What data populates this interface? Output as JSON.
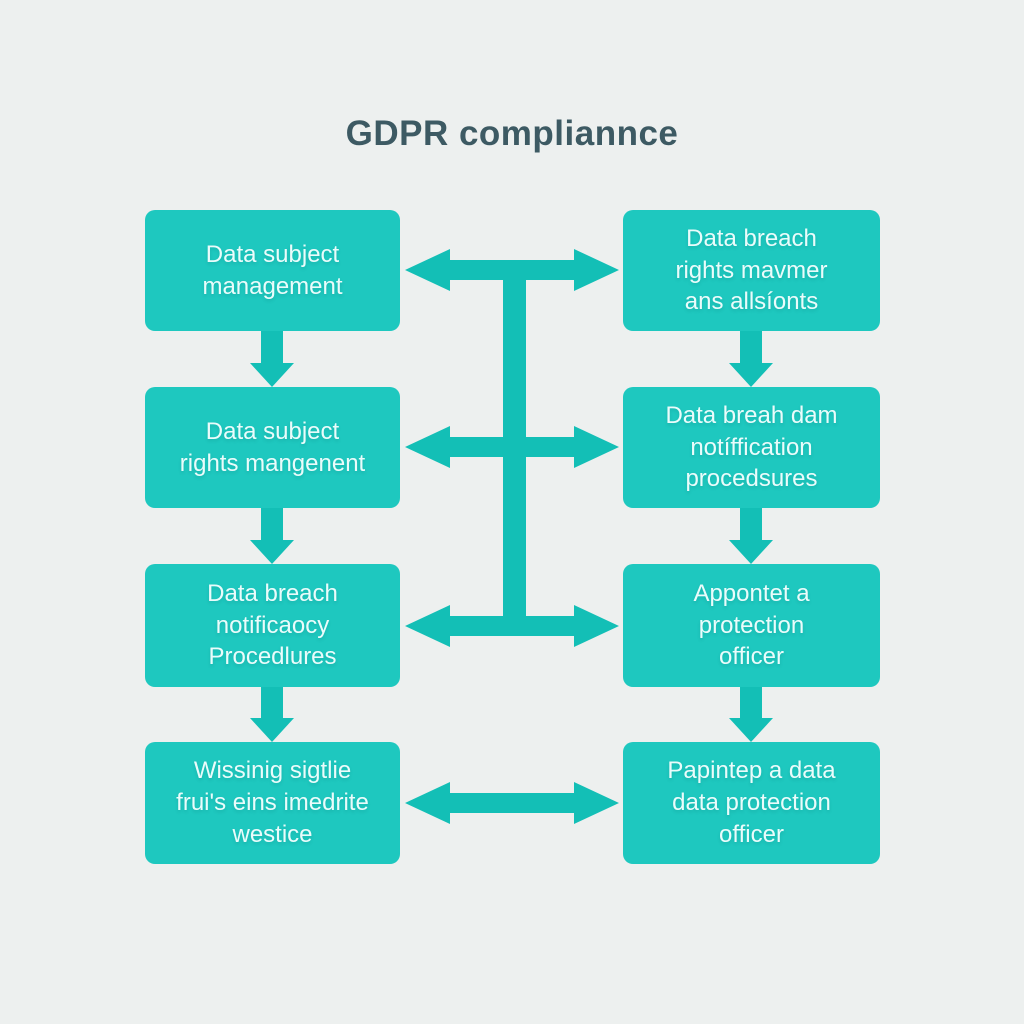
{
  "title": "GDPR compliannce",
  "colors": {
    "background": "#edf0ef",
    "box_fill": "#1ec8bf",
    "arrow_fill": "#13bfb6",
    "title_text": "#3d5a63",
    "box_text": "#eafcfb"
  },
  "boxes": {
    "left": [
      {
        "label": "Data subject\nmanagement"
      },
      {
        "label": "Data subject\nrights mangenent"
      },
      {
        "label": "Data breach\nnotificaocy\nProcedlures"
      },
      {
        "label": "Wissinig sigtlie\nfrui's eins imedrite\nwestice"
      }
    ],
    "right": [
      {
        "label": "Data breach\nrights mavmer\nans allsíonts"
      },
      {
        "label": "Data breah dam\nnotíffication\nprocedsures"
      },
      {
        "label": "Appontet a\nprotection\nofficer"
      },
      {
        "label": "Papintep a data\ndata protection\nofficer"
      }
    ]
  }
}
